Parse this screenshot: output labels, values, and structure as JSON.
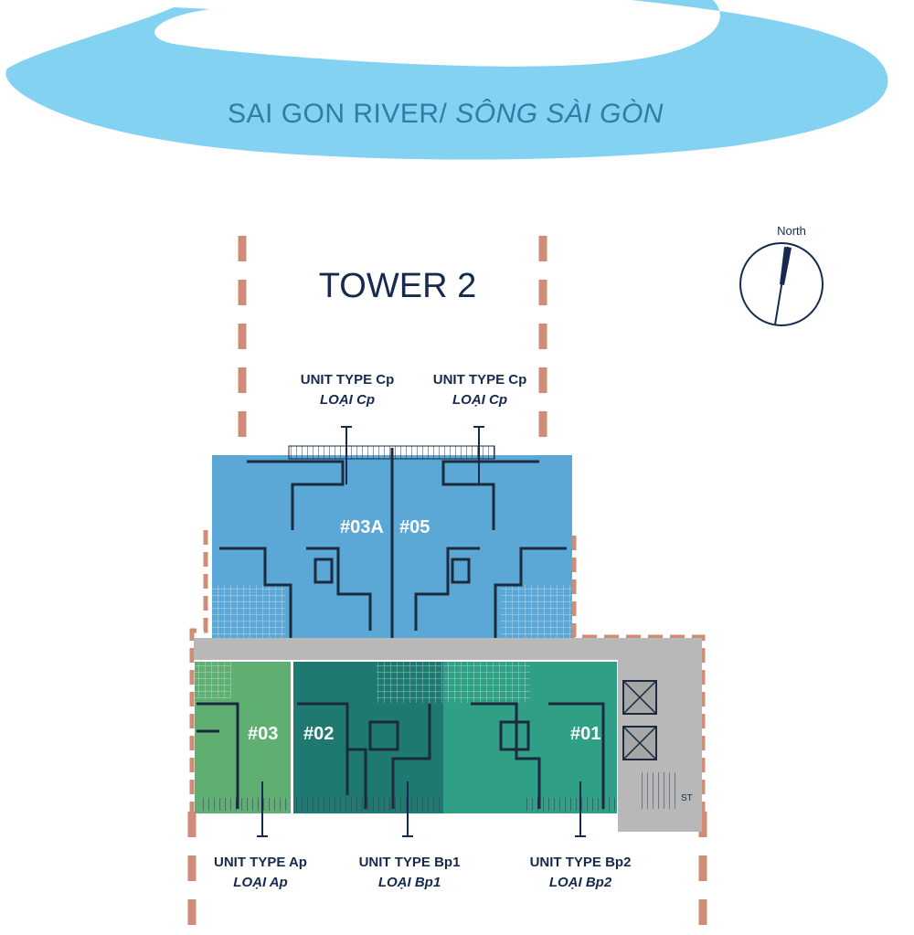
{
  "river": {
    "label_en": "SAI GON RIVER/",
    "label_vi": "SÔNG SÀI GÒN",
    "color": "#84d2f2",
    "text_color": "#2a7fa6"
  },
  "tower": {
    "title": "TOWER 2"
  },
  "compass": {
    "label": "North",
    "icon": "compass-icon"
  },
  "units": [
    {
      "number": "#03A",
      "type_en": "UNIT TYPE Cp",
      "type_vi": "LOẠI Cp",
      "color": "#5ba8d6"
    },
    {
      "number": "#05",
      "type_en": "UNIT TYPE Cp",
      "type_vi": "LOẠI Cp",
      "color": "#5ba8d6"
    },
    {
      "number": "#03",
      "type_en": "UNIT TYPE Ap",
      "type_vi": "LOẠI Ap",
      "color": "#5fae72"
    },
    {
      "number": "#02",
      "type_en": "UNIT TYPE Bp1",
      "type_vi": "LOẠI Bp1",
      "color": "#1e7a70"
    },
    {
      "number": "#01",
      "type_en": "UNIT TYPE Bp2",
      "type_vi": "LOẠI Bp2",
      "color": "#2f9f86"
    }
  ],
  "core": {
    "stair_label": "ST"
  },
  "colors": {
    "navy": "#152a4e",
    "boundary": "#cf8c76",
    "corridor": "#b8b8b8",
    "wall": "#1b2a3d"
  }
}
